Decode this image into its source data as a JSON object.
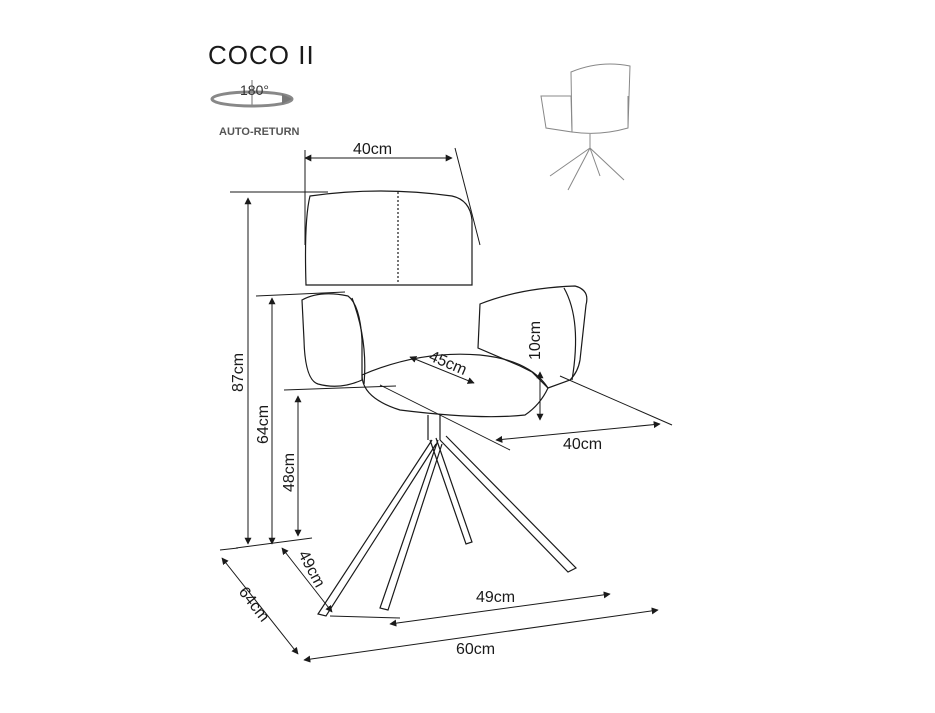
{
  "product": {
    "name": "COCO II"
  },
  "rotation": {
    "degrees": "180°",
    "label": "AUTO-RETURN"
  },
  "dimensions": {
    "backrest_width": "40cm",
    "total_height": "87cm",
    "armrest_height": "64cm",
    "seat_height": "48cm",
    "seat_depth": "45cm",
    "armrest_above_seat": "10cm",
    "seat_width": "40cm",
    "base_depth": "49cm",
    "base_width": "49cm",
    "total_depth": "64cm",
    "total_width": "60cm"
  },
  "colors": {
    "line": "#1a1a1a",
    "light_line": "#888888"
  },
  "icons": [
    "rotation-arrow-icon"
  ]
}
